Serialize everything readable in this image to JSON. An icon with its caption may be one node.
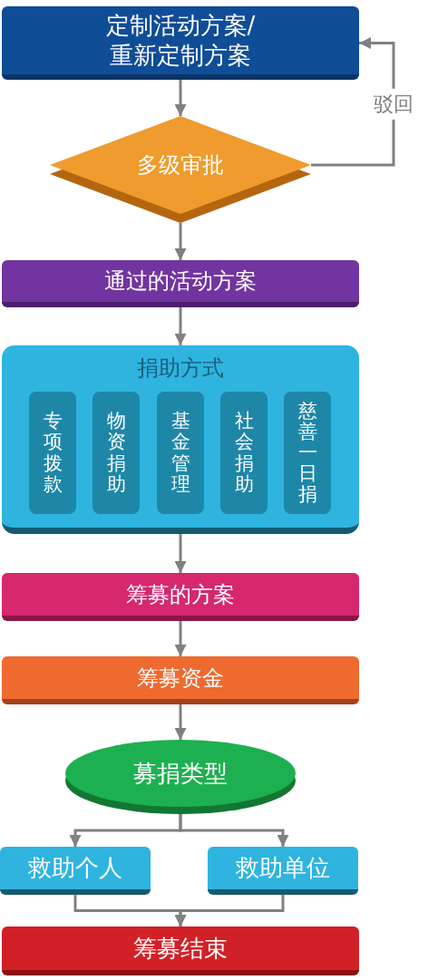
{
  "diagram": {
    "nodes": [
      {
        "text": [
          "定制活动方案/重新定制方案"
        ]
      },
      {
        "text": [
          "多级审批"
        ]
      },
      {
        "text": [
          "通过的活动方案"
        ]
      },
      {
        "text": [
          "捐助方式"
        ]
      },
      {
        "text": [
          "专项拨款"
        ],
        "in": 3
      },
      {
        "text": [
          "物资捐助"
        ],
        "in": 3
      },
      {
        "text": [
          "基金管理"
        ],
        "in": 3
      },
      {
        "text": [
          "社会捐助"
        ],
        "in": 3
      },
      {
        "text": [
          "慈善一日捐"
        ],
        "in": 3
      },
      {
        "text": [
          "筹募的方案"
        ]
      },
      {
        "text": [
          "筹募资金"
        ]
      },
      {
        "text": [
          "募捐类型"
        ]
      },
      {
        "text": [
          "救助个人"
        ]
      },
      {
        "text": [
          "救助单位"
        ]
      },
      {
        "text": [
          "筹募结束"
        ]
      }
    ],
    "edges": [
      {
        "from": 0,
        "to": 1,
        "arrow": "to"
      },
      {
        "from": 1,
        "to": 0,
        "arrow": "to",
        "label": "驳回"
      },
      {
        "from": 1,
        "to": 2,
        "arrow": "to"
      },
      {
        "from": 2,
        "to": 3,
        "arrow": "to"
      },
      {
        "from": 3,
        "to": 9,
        "arrow": "to"
      },
      {
        "from": 9,
        "to": 10,
        "arrow": "to"
      },
      {
        "from": 10,
        "to": 11,
        "arrow": "to"
      },
      {
        "from": 11,
        "to": 12,
        "arrow": "to"
      },
      {
        "from": 11,
        "to": 13,
        "arrow": "to"
      },
      {
        "from": 12,
        "to": 14,
        "arrow": "to"
      },
      {
        "from": 13,
        "to": 14,
        "arrow": "to"
      }
    ]
  }
}
